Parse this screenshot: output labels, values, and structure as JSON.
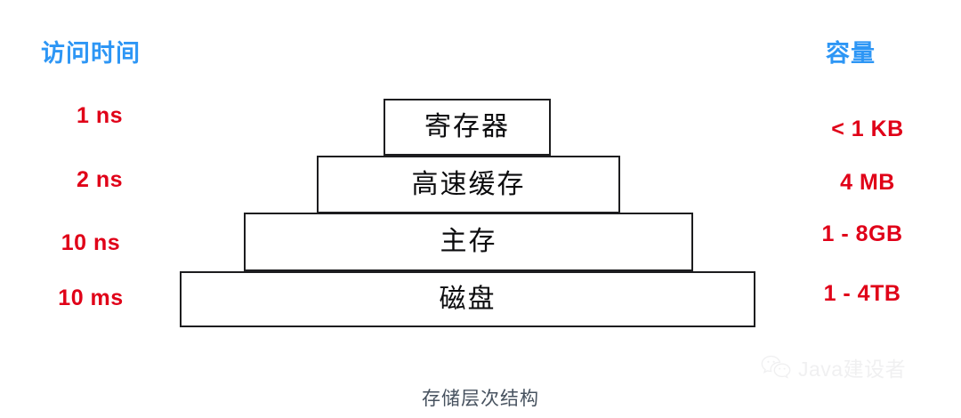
{
  "headers": {
    "left": "访问时间",
    "right": "容量",
    "accent_color": "#2d96f5"
  },
  "metrics": {
    "accent_color": "#e00018",
    "access_time": [
      "1 ns",
      "2 ns",
      "10 ns",
      "10 ms"
    ],
    "capacity": [
      "< 1 KB",
      "4 MB",
      "1 - 8GB",
      "1 - 4TB"
    ]
  },
  "pyramid": {
    "border_color": "#1d1d1f",
    "fill_color": "#ffffff",
    "tiers": [
      {
        "label": "寄存器"
      },
      {
        "label": "高速缓存"
      },
      {
        "label": "主存"
      },
      {
        "label": "磁盘"
      }
    ]
  },
  "caption": {
    "text": "存储层次结构",
    "color": "#47525f"
  },
  "watermark": {
    "icon": "wechat-icon",
    "text": "Java建设者",
    "color": "#e3e3e5"
  }
}
